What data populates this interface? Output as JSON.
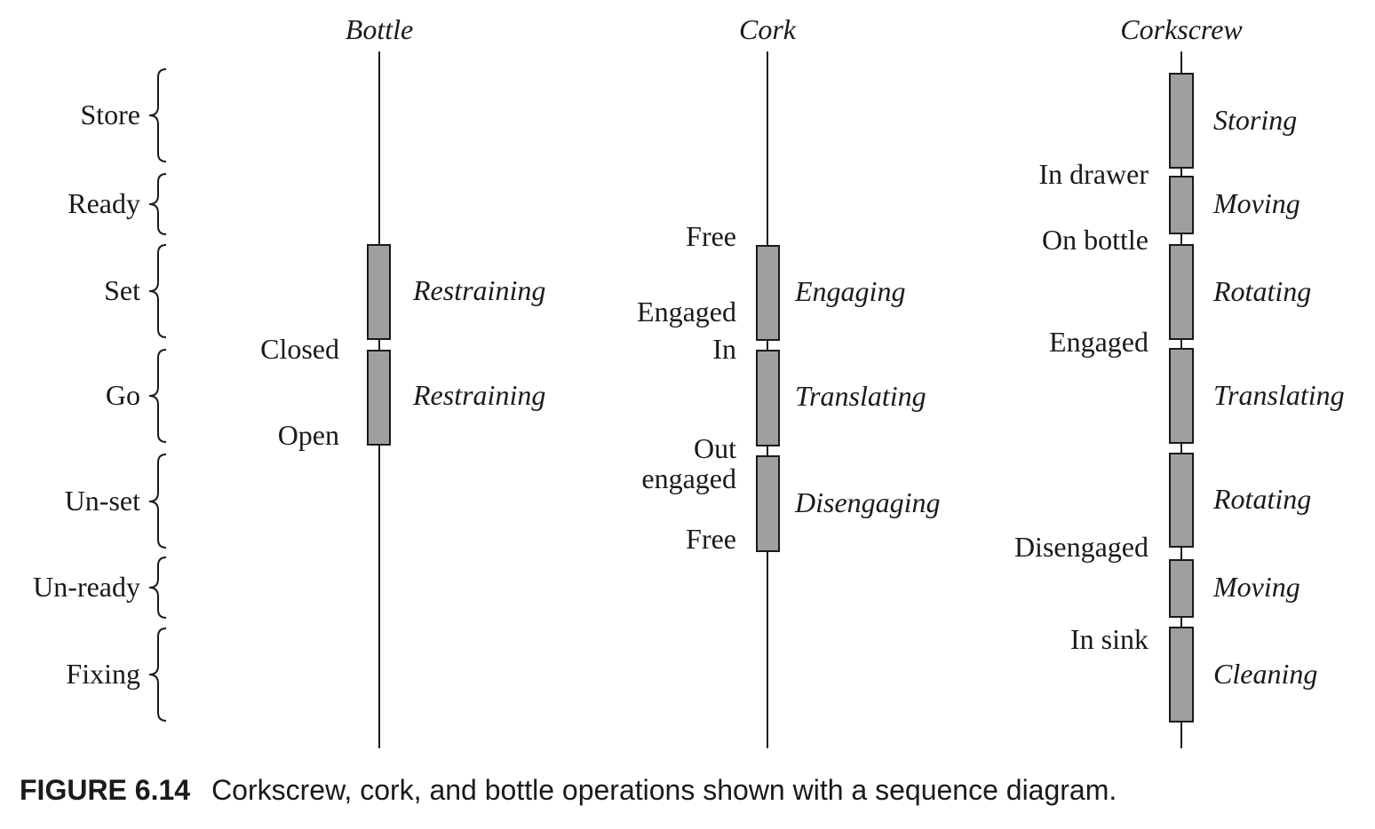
{
  "lanes": [
    {
      "title": "Bottle"
    },
    {
      "title": "Cork"
    },
    {
      "title": "Corkscrew"
    }
  ],
  "phases": [
    "Store",
    "Ready",
    "Set",
    "Go",
    "Un-set",
    "Un-ready",
    "Fixing"
  ],
  "bottle": {
    "activities": [
      "Restraining",
      "Restraining"
    ],
    "states": [
      "Closed",
      "Open"
    ]
  },
  "cork": {
    "activities": [
      "Engaging",
      "Translating",
      "Disengaging"
    ],
    "states": [
      "Free",
      "Engaged",
      "In",
      "Out",
      "engaged",
      "Free"
    ]
  },
  "corkscrew": {
    "activities": [
      "Storing",
      "Moving",
      "Rotating",
      "Translating",
      "Rotating",
      "Moving",
      "Cleaning"
    ],
    "states": [
      "In drawer",
      "On bottle",
      "Engaged",
      "Disengaged",
      "In sink"
    ]
  },
  "caption": {
    "label": "FIGURE 6.14",
    "text": "Corkscrew, cork, and bottle operations shown with a sequence diagram."
  },
  "colors": {
    "activation_fill": "#a09e9f",
    "line": "#1a1a1a",
    "text": "#1a1a1a"
  }
}
